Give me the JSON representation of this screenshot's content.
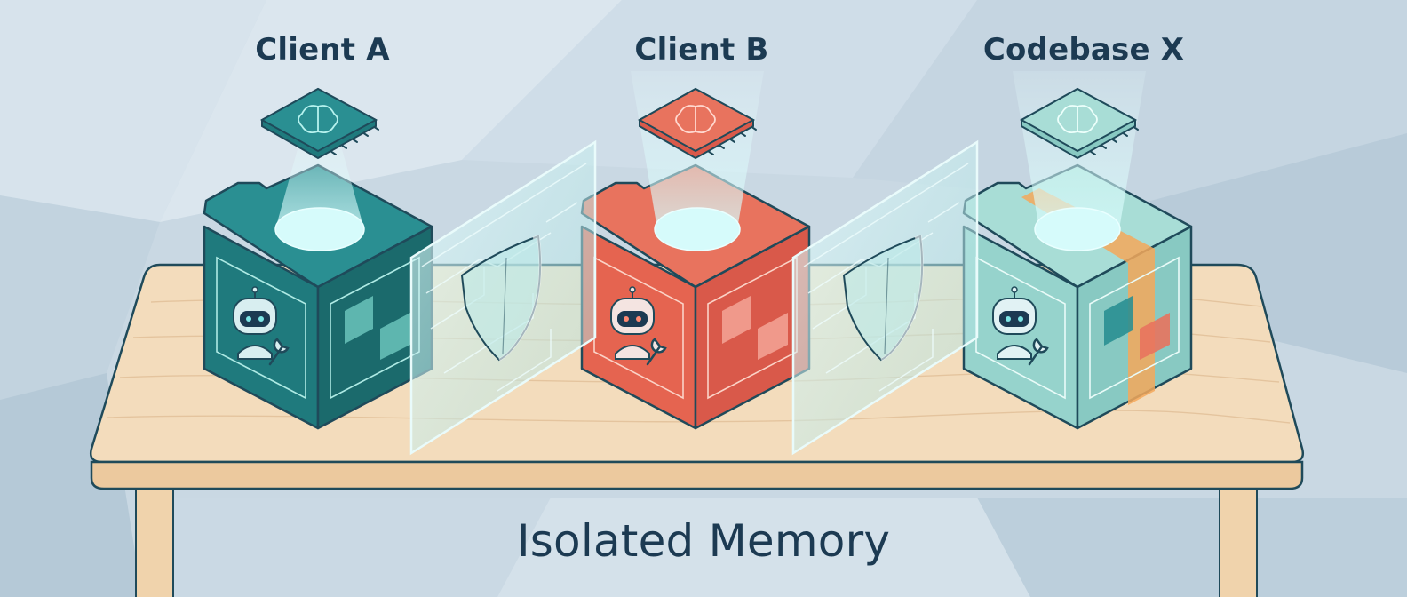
{
  "title": "Isolated Memory",
  "units": [
    {
      "label": "Client A",
      "color": "#2a8f92"
    },
    {
      "label": "Client B",
      "color": "#e8735e"
    },
    {
      "label": "Codebase X",
      "color": "#96d3cc"
    }
  ],
  "colors": {
    "background": "#c9d8e3",
    "table_top": "#f3dcbc",
    "outline": "#1f4a5a",
    "glass": "#bfe9ea",
    "beam": "#d6fbfb"
  },
  "icons": [
    "brain-chip-icon",
    "robot-icon",
    "wrench-icon",
    "shield-icon",
    "glass-partition"
  ]
}
